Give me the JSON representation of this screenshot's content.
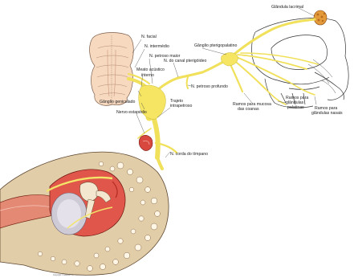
{
  "labels": {
    "facial_nerve": "N. facial",
    "intermediate_nerve": "N. intermédio",
    "greater_petrosal": "N. petroso maior",
    "internal_acoustic_meatus_1": "Meato acústico",
    "internal_acoustic_meatus_2": "interno",
    "geniculate_ganglion": "Gânglio geniculado",
    "stapedius_nerve": "Nervo estapédio",
    "pterygoid_canal_nerve": "N. do canal pterigóideo",
    "deep_petrosal": "N. petroso profundo",
    "intrapetrous_1": "Trajeto",
    "intrapetrous_2": "intrapetroso",
    "chorda_tympani": "N. corda do tímpano",
    "pterygopalatine_ganglion": "Gânglio pterigopalatino",
    "lacrimal_gland": "Glândula lacrimal",
    "choanae_mucosa_1": "Ramos para mucosa",
    "choanae_mucosa_2": "das coanas",
    "palatine_glands_1": "Ramos para",
    "palatine_glands_2": "glândulas",
    "palatine_glands_3": "palatinas",
    "nasal_glands_1": "Ramos para",
    "nasal_glands_2": "glândulas nasais"
  },
  "credit": "Copyright © Elsevier Inc."
}
